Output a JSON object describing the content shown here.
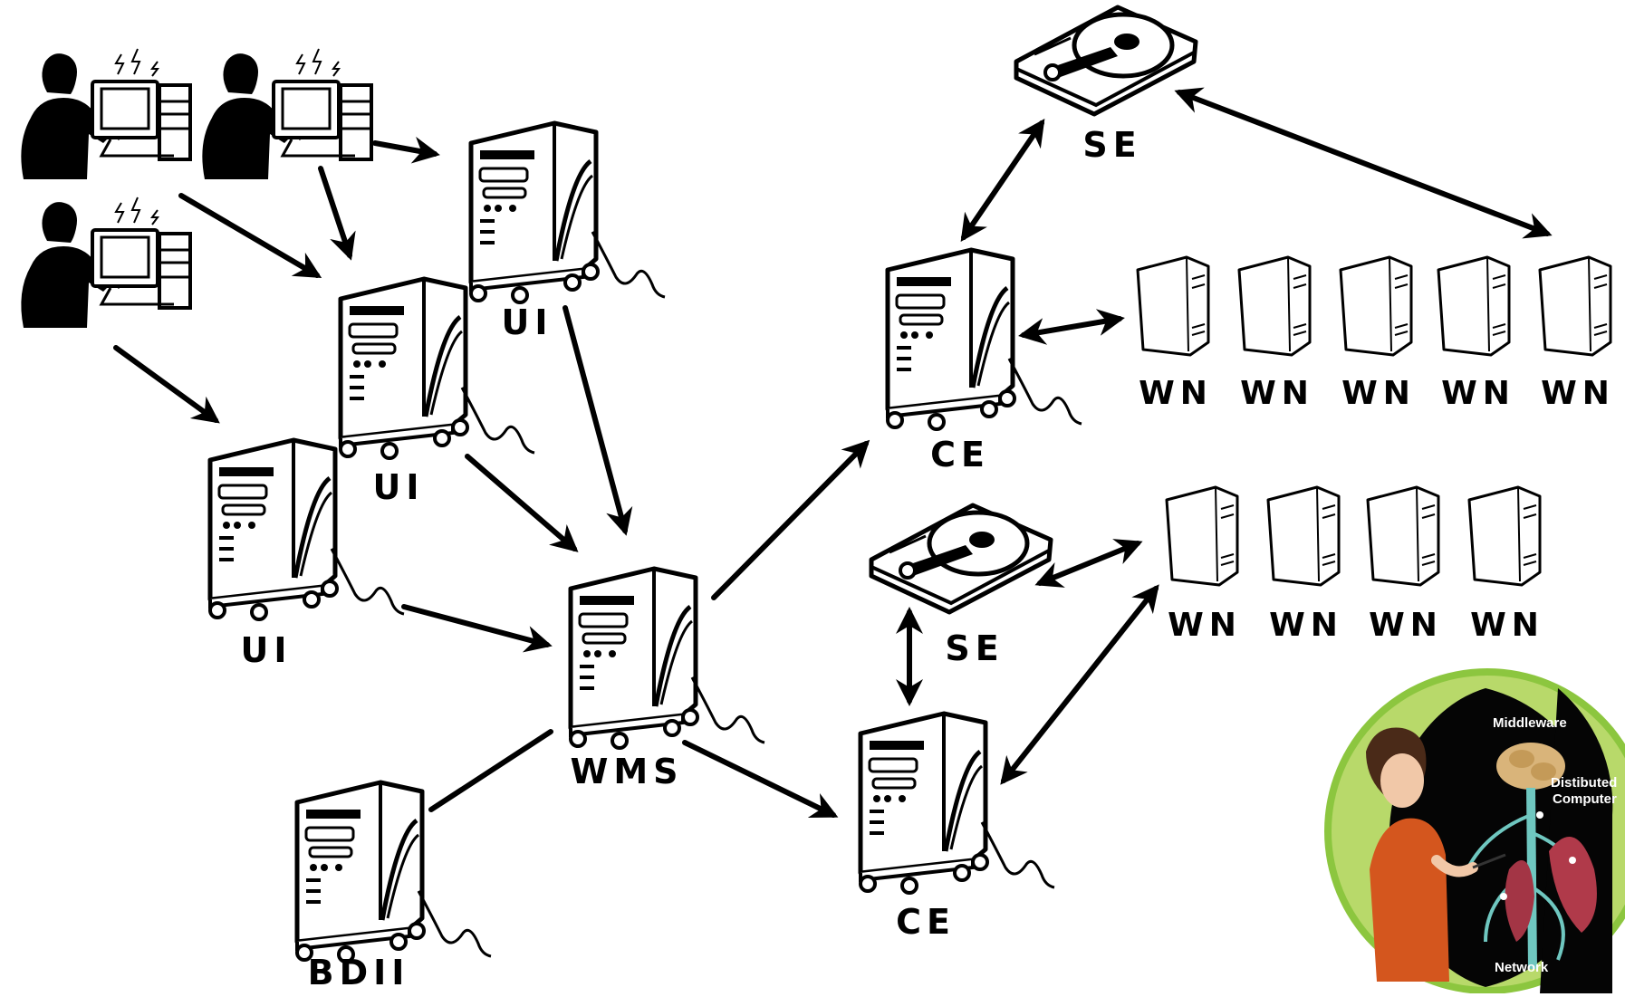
{
  "nodes": {
    "ui_top": "UI",
    "ui_mid": "UI",
    "ui_low": "UI",
    "wms": "WMS",
    "bdii": "BDII",
    "ce_top": "CE",
    "ce_bottom": "CE",
    "se_top": "SE",
    "se_mid": "SE",
    "wn_row1": [
      "WN",
      "WN",
      "WN",
      "WN",
      "WN"
    ],
    "wn_row2": [
      "WN",
      "WN",
      "WN",
      "WN"
    ]
  },
  "inset": {
    "middleware": "Middleware",
    "distributed_line1": "Distibuted",
    "distributed_line2": "Computer",
    "network": "Network"
  },
  "icons": {
    "user": "user-at-computer-icon",
    "server": "server-tower-icon",
    "worker": "worker-node-icon",
    "storage": "hard-disk-icon",
    "inset": "middleware-illustration"
  }
}
